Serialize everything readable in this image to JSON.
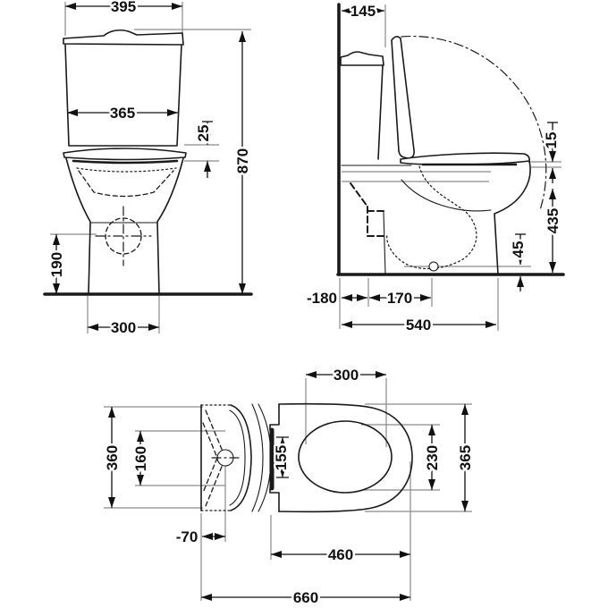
{
  "drawing": {
    "title": "toilet-technical-drawing",
    "colors": {
      "line": "#1a1a1a",
      "extension": "#8a8a8a",
      "background": "#ffffff"
    },
    "views": {
      "front": {
        "dims": {
          "width_top": "395",
          "width_tank": "365",
          "seat_height": "25",
          "height_total": "870",
          "height_trap": "190",
          "width_base": "300"
        }
      },
      "side": {
        "dims": {
          "depth_cistern": "145",
          "seat_thickness": "15",
          "height_rim": "435",
          "height_outlet": "45",
          "offset_rear": "-180",
          "depth_outlet": "170",
          "depth_total": "540"
        }
      },
      "top": {
        "dims": {
          "width_cistern": "360",
          "fixing_centres": "160",
          "offset_button": "-70",
          "hinge_width": "155",
          "length_opening": "300",
          "width_opening": "230",
          "width_seat": "365",
          "length_seat": "460",
          "length_total": "660"
        }
      }
    }
  }
}
